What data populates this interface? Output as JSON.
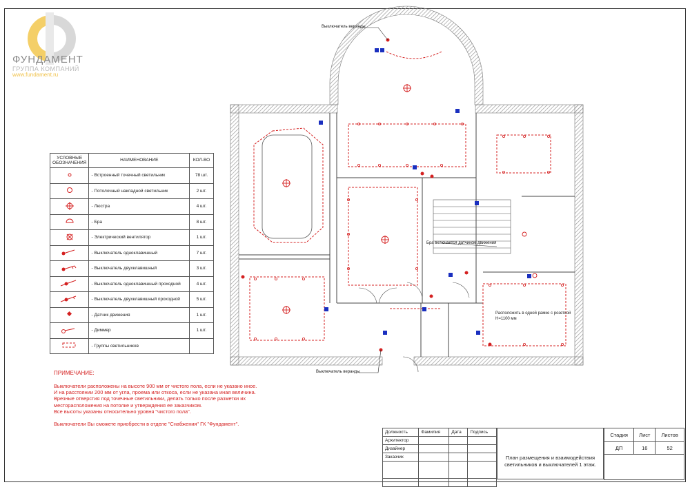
{
  "logo": {
    "title": "ФУНДАМЕНТ",
    "subtitle": "ГРУППА КОМПАНИЙ",
    "url": "www.fundament.ru"
  },
  "plan_labels": {
    "veranda_switch_top": "Выключатель веранды",
    "veranda_switch_bottom": "Выключатель веранды",
    "sconce_motion": "Бра включается датчиком движения",
    "socket_frame_line1": "Расположить в одной рамке с розеткой",
    "socket_frame_line2": "Н=1100 мм"
  },
  "legend": {
    "headers": {
      "symbol": "УСЛОВНЫЕ ОБОЗНАЧЕНИЯ",
      "name": "НАИМЕНОВАНИЕ",
      "count": "КОЛ-ВО"
    },
    "rows": [
      {
        "name": "- Встроенный точечный светильник",
        "count": "78 шт."
      },
      {
        "name": "- Потолочный накладной светильник",
        "count": "2 шт."
      },
      {
        "name": "- Люстра",
        "count": "4 шт."
      },
      {
        "name": "- Бра",
        "count": "8 шт."
      },
      {
        "name": "- Электрический вентилятор",
        "count": "1 шт."
      },
      {
        "name": "- Выключатель одноклавишный",
        "count": "7 шт."
      },
      {
        "name": "- Выключатель двухклавишный",
        "count": "3 шт."
      },
      {
        "name": "- Выключатель одноклавишный проходной",
        "count": "4 шт."
      },
      {
        "name": "- Выключатель двухклавишный проходной",
        "count": "5 шт."
      },
      {
        "name": "- Датчик движения",
        "count": "1 шт."
      },
      {
        "name": "- Диммер",
        "count": "1 шт."
      },
      {
        "name": "- Группы светильников",
        "count": ""
      }
    ]
  },
  "notes": {
    "heading": "ПРИМЕЧАНИЕ:",
    "lines": [
      "Выключатели расположены на высоте 900 мм от чистого пола, если не указано иное.",
      "И на расстоянии 200 мм от угла, проема или откоса, если не указана иная величина.",
      "Врезные отверстия под точечные светильники, делать только после разметки их",
      "месторасположения на потолке и утверждения ее заказчиком.",
      "Все высоты указаны относительно уровня \"чистого пола\"."
    ],
    "purchase": "Выключатели Вы сможете приобрести в отделе \"Снабжения\" ГК \"Фундамент\"."
  },
  "title_block": {
    "cols": [
      "Должность",
      "Фамилия",
      "Дата",
      "Подпись"
    ],
    "roles": [
      "Архитектор",
      "Дизайнер",
      "Заказчик"
    ],
    "drawing_title_line1": "План размещения и взаимодействия",
    "drawing_title_line2": "светильников и выключателей 1 этаж.",
    "stage_label": "Стадия",
    "sheet_label": "Лист",
    "sheets_label": "Листов",
    "stage": "ДП",
    "sheet": "16",
    "sheets": "52"
  },
  "colors": {
    "wire": "#d42020",
    "wall": "#9a9a9a",
    "accent": "#f0c24a",
    "switch": "#1a2fbf"
  }
}
